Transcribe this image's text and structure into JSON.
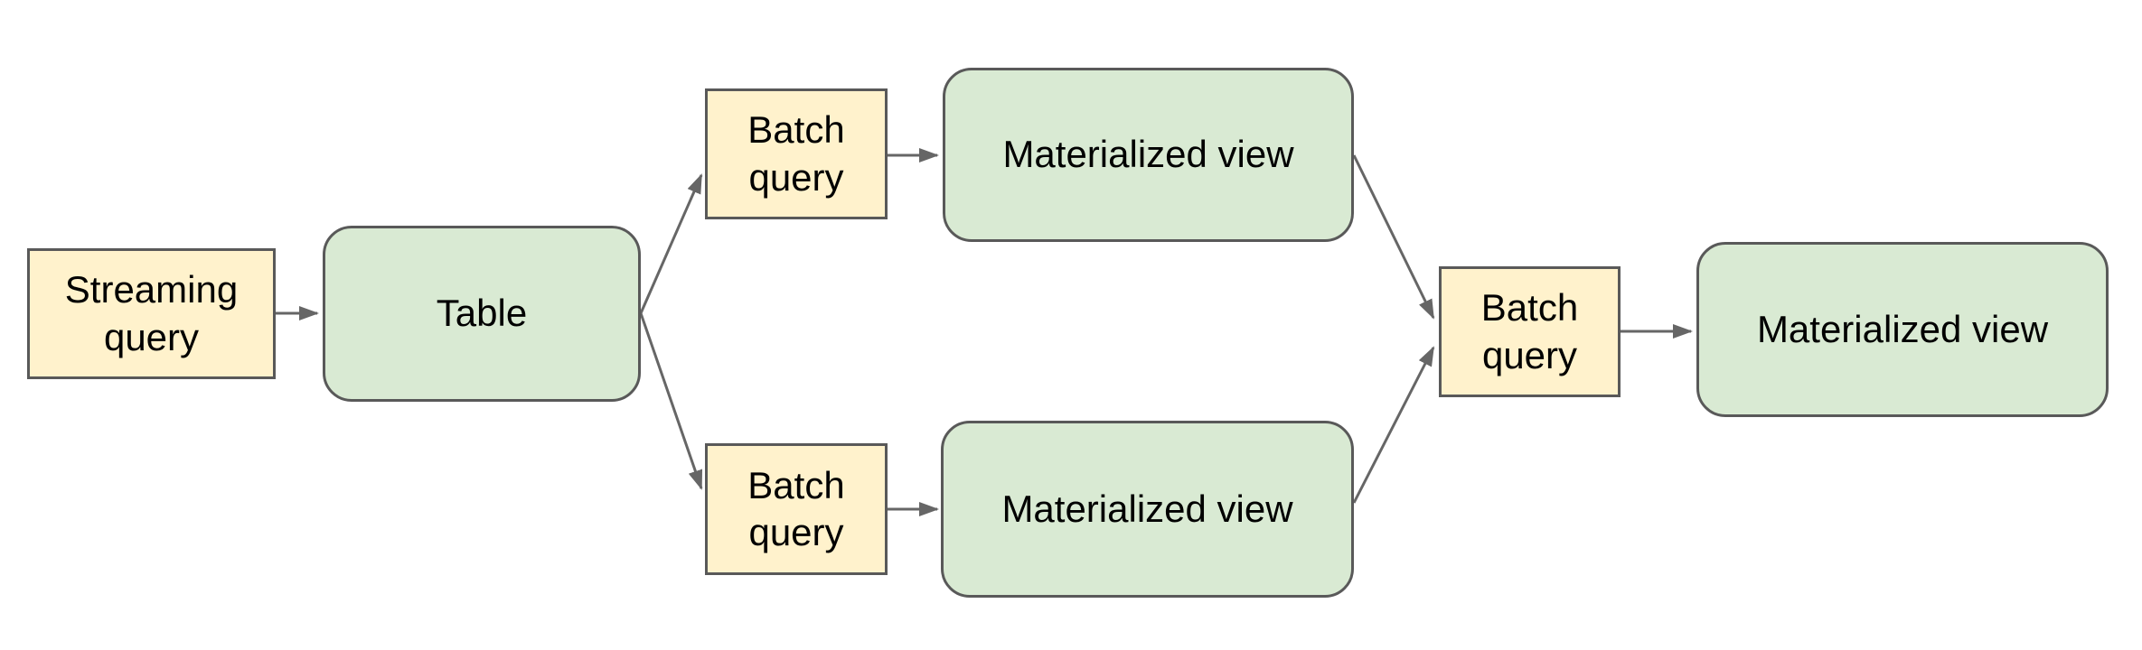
{
  "diagram": {
    "background": "#ffffff",
    "nodes": [
      {
        "id": "streaming-query",
        "label": "Streaming query",
        "kind": "query",
        "shape": "rectangle",
        "fill": "#FFF2CC",
        "border": "#595959"
      },
      {
        "id": "table",
        "label": "Table",
        "kind": "table",
        "shape": "rounded-rectangle",
        "fill": "#D9EAD3",
        "border": "#595959"
      },
      {
        "id": "batch-query-top",
        "label": "Batch query",
        "kind": "query",
        "shape": "rectangle",
        "fill": "#FFF2CC",
        "border": "#595959"
      },
      {
        "id": "materialized-view-top",
        "label": "Materialized view",
        "kind": "view",
        "shape": "rounded-rectangle",
        "fill": "#D9EAD3",
        "border": "#595959"
      },
      {
        "id": "batch-query-bottom",
        "label": "Batch query",
        "kind": "query",
        "shape": "rectangle",
        "fill": "#FFF2CC",
        "border": "#595959"
      },
      {
        "id": "materialized-view-bottom",
        "label": "Materialized view",
        "kind": "view",
        "shape": "rounded-rectangle",
        "fill": "#D9EAD3",
        "border": "#595959"
      },
      {
        "id": "batch-query-right",
        "label": "Batch query",
        "kind": "query",
        "shape": "rectangle",
        "fill": "#FFF2CC",
        "border": "#595959"
      },
      {
        "id": "materialized-view-final",
        "label": "Materialized view",
        "kind": "view",
        "shape": "rounded-rectangle",
        "fill": "#D9EAD3",
        "border": "#595959"
      }
    ],
    "edges": [
      {
        "from": "streaming-query",
        "to": "table"
      },
      {
        "from": "table",
        "to": "batch-query-top"
      },
      {
        "from": "batch-query-top",
        "to": "materialized-view-top"
      },
      {
        "from": "table",
        "to": "batch-query-bottom"
      },
      {
        "from": "batch-query-bottom",
        "to": "materialized-view-bottom"
      },
      {
        "from": "materialized-view-top",
        "to": "batch-query-right"
      },
      {
        "from": "materialized-view-bottom",
        "to": "batch-query-right"
      },
      {
        "from": "batch-query-right",
        "to": "materialized-view-final"
      }
    ],
    "colors": {
      "query_fill": "#FFF2CC",
      "table_view_fill": "#D9EAD3",
      "node_border": "#595959",
      "arrow": "#666666",
      "text": "#000000"
    }
  }
}
